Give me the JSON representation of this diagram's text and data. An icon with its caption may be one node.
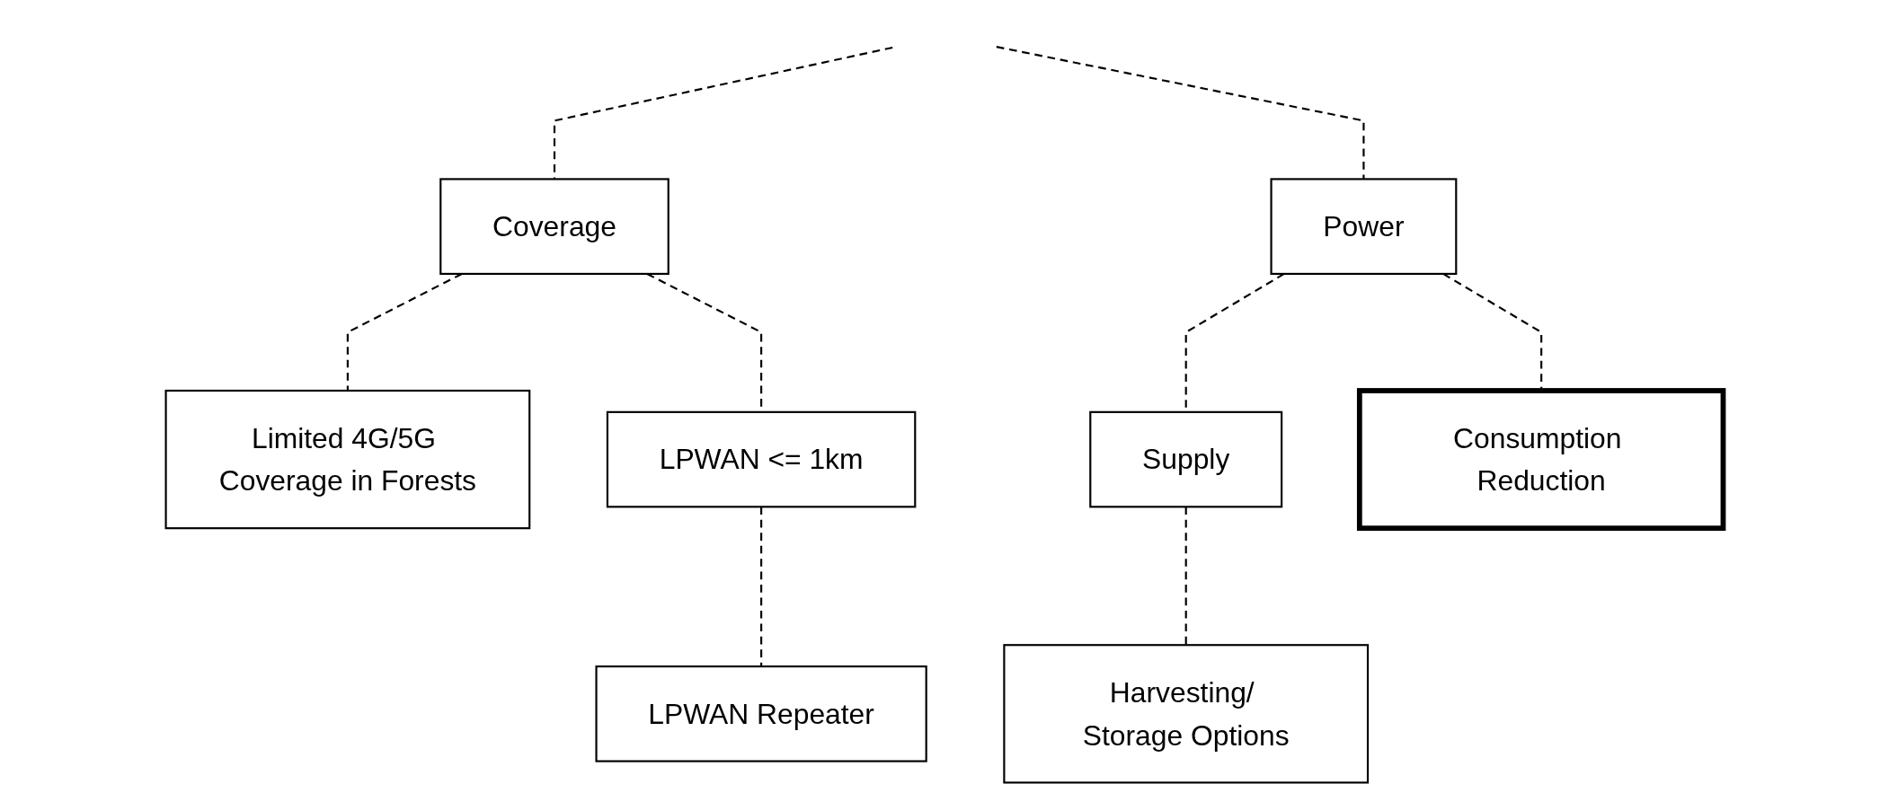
{
  "diagram": {
    "nodes": [
      {
        "text": [
          "Coverage"
        ]
      },
      {
        "text": [
          "Power"
        ]
      },
      {
        "text": [
          "Limited 4G/5G Coverage in Forests"
        ]
      },
      {
        "text": [
          "LPWAN <= 1km"
        ]
      },
      {
        "text": [
          "Supply"
        ]
      },
      {
        "text": [
          "Consumption Reduction"
        ]
      },
      {
        "text": [
          "LPWAN Repeater"
        ]
      },
      {
        "text": [
          "Harvesting/ Storage Options"
        ]
      }
    ],
    "edges": [
      {
        "from": null,
        "to": 0,
        "arrow": "none",
        "style": "dashed"
      },
      {
        "from": null,
        "to": 1,
        "arrow": "none",
        "style": "dashed"
      },
      {
        "from": 0,
        "to": 2,
        "arrow": "none",
        "style": "dashed"
      },
      {
        "from": 0,
        "to": 3,
        "arrow": "none",
        "style": "dashed"
      },
      {
        "from": 1,
        "to": 4,
        "arrow": "none",
        "style": "dashed"
      },
      {
        "from": 1,
        "to": 5,
        "arrow": "none",
        "style": "dashed"
      },
      {
        "from": 3,
        "to": 6,
        "arrow": "none",
        "style": "dashed"
      },
      {
        "from": 4,
        "to": 7,
        "arrow": "none",
        "style": "dashed"
      }
    ]
  }
}
